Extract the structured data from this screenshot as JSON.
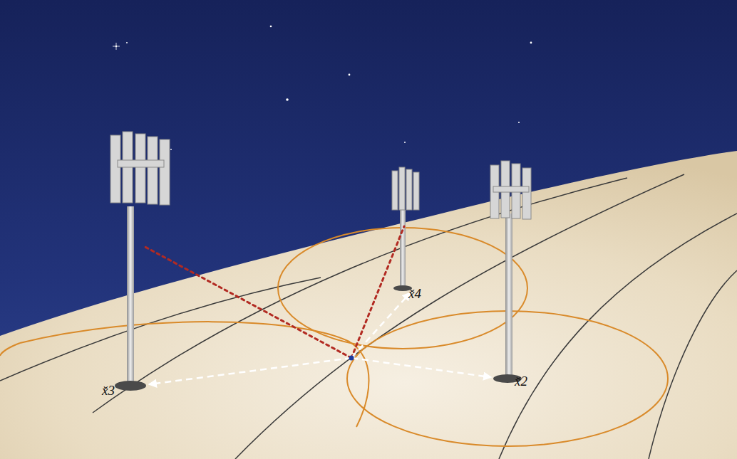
{
  "diagram": {
    "labels": [
      "x̌4",
      "x̌3",
      "x̌2"
    ]
  }
}
